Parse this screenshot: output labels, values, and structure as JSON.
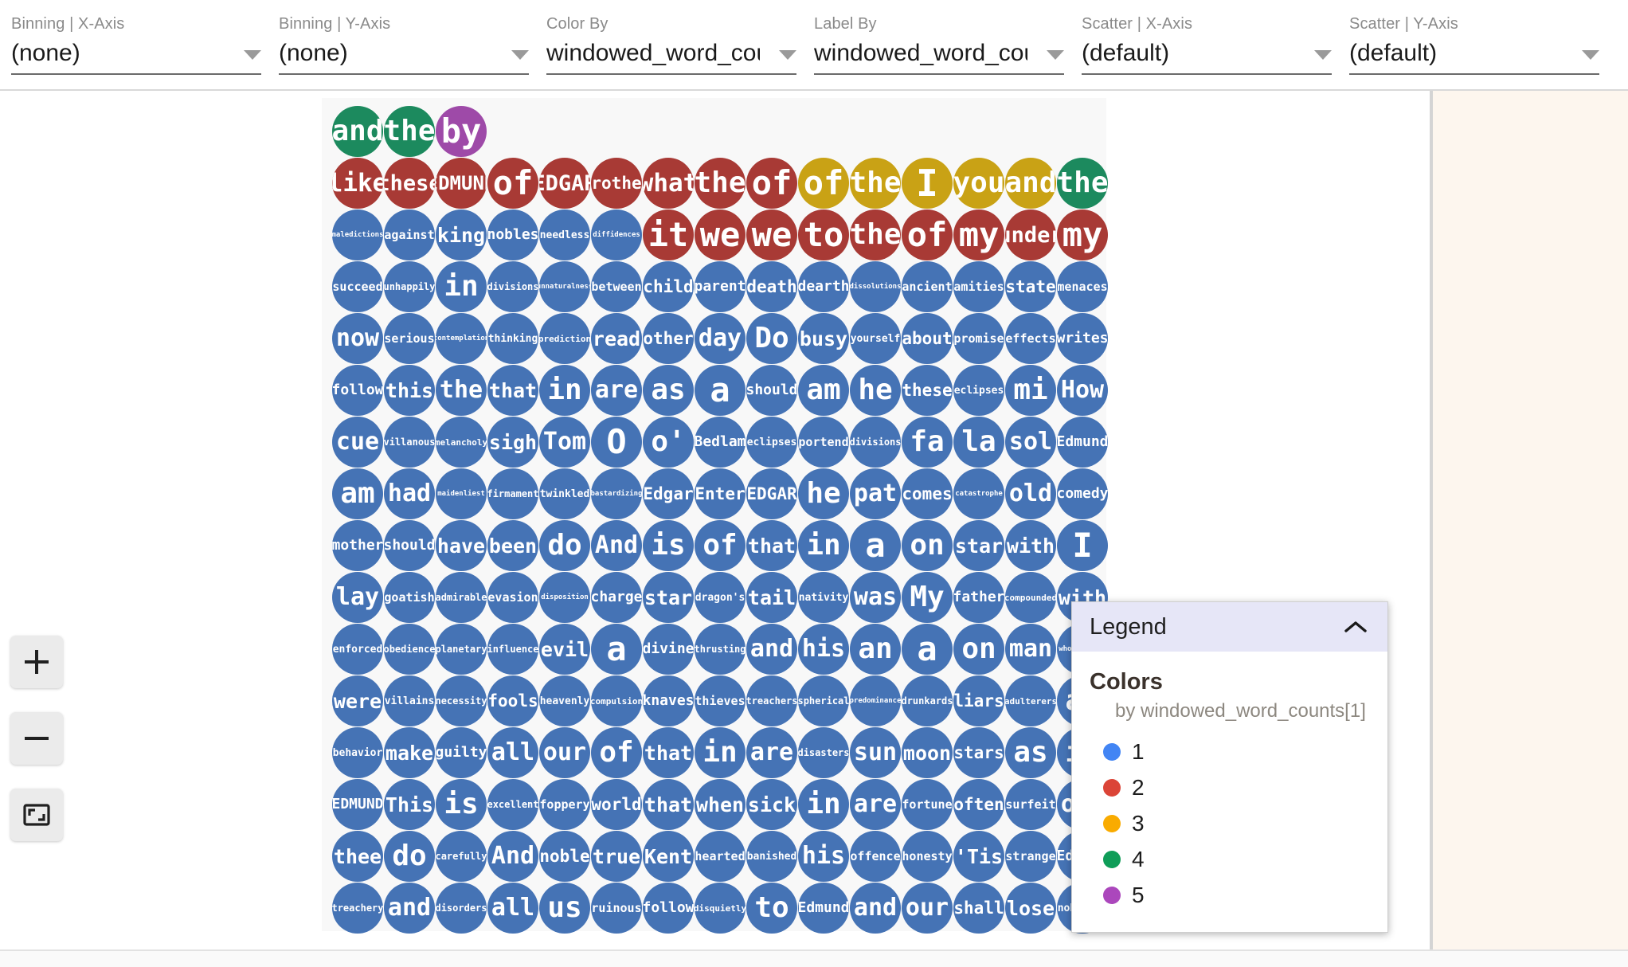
{
  "toolbar": {
    "fields": [
      {
        "label": "Binning | X-Axis",
        "value": "(none)"
      },
      {
        "label": "Binning | Y-Axis",
        "value": "(none)"
      },
      {
        "label": "Color By",
        "value": "windowed_word_counts[1]"
      },
      {
        "label": "Label By",
        "value": "windowed_word_counts[1]"
      },
      {
        "label": "Scatter | X-Axis",
        "value": "(default)"
      },
      {
        "label": "Scatter | Y-Axis",
        "value": "(default)"
      }
    ]
  },
  "zoom_controls": [
    {
      "name": "zoom-in-button",
      "glyph": "plus"
    },
    {
      "name": "zoom-out-button",
      "glyph": "minus"
    },
    {
      "name": "fit-to-screen-button",
      "glyph": "fit"
    }
  ],
  "legend": {
    "header_label": "Legend",
    "collapse_icon": "chevron-up-icon",
    "section_title": "Colors",
    "subtitle": "by windowed_word_counts[1]",
    "entries": [
      {
        "label": "1",
        "color": "#4285f4"
      },
      {
        "label": "2",
        "color": "#db4437"
      },
      {
        "label": "3",
        "color": "#f9ab00"
      },
      {
        "label": "4",
        "color": "#0f9d58"
      },
      {
        "label": "5",
        "color": "#ab47bc"
      }
    ]
  },
  "chart_data": {
    "type": "scatter",
    "title": "",
    "xlabel": "",
    "ylabel": "",
    "legend_position": "bottom-right",
    "color_field": "windowed_word_counts[1]",
    "label_field": "windowed_word_counts[1]",
    "palette": {
      "1": "#4573b5",
      "2": "#a83a35",
      "3": "#c9a215",
      "4": "#1c8a5e",
      "5": "#9e4aa8"
    },
    "size_by_value": true,
    "columns": 15,
    "cell_pitch": 65,
    "bubble_diameter": 64,
    "rows": [
      [
        {
          "t": "and",
          "v": 4
        },
        {
          "t": "the",
          "v": 4
        },
        {
          "t": "by",
          "v": 5
        }
      ],
      [
        {
          "t": "like",
          "v": 2
        },
        {
          "t": "these",
          "v": 2
        },
        {
          "t": "EDMUND",
          "v": 2
        },
        {
          "t": "of",
          "v": 2
        },
        {
          "t": "EDGAR",
          "v": 2
        },
        {
          "t": "brother",
          "v": 2
        },
        {
          "t": "what",
          "v": 2
        },
        {
          "t": "the",
          "v": 2
        },
        {
          "t": "of",
          "v": 2
        },
        {
          "t": "of",
          "v": 3
        },
        {
          "t": "the",
          "v": 3
        },
        {
          "t": "I",
          "v": 3
        },
        {
          "t": "you",
          "v": 3
        },
        {
          "t": "and",
          "v": 3
        },
        {
          "t": "the",
          "v": 4
        }
      ],
      [
        {
          "t": "maledictions",
          "v": 1
        },
        {
          "t": "against",
          "v": 1
        },
        {
          "t": "king",
          "v": 1
        },
        {
          "t": "nobles",
          "v": 1
        },
        {
          "t": "needless",
          "v": 1
        },
        {
          "t": "diffidences",
          "v": 1
        },
        {
          "t": "it",
          "v": 2
        },
        {
          "t": "we",
          "v": 2
        },
        {
          "t": "we",
          "v": 2
        },
        {
          "t": "to",
          "v": 2
        },
        {
          "t": "the",
          "v": 2
        },
        {
          "t": "of",
          "v": 2
        },
        {
          "t": "my",
          "v": 2
        },
        {
          "t": "under",
          "v": 2
        },
        {
          "t": "my",
          "v": 2
        }
      ],
      [
        {
          "t": "succeed",
          "v": 1
        },
        {
          "t": "unhappily",
          "v": 1
        },
        {
          "t": "in",
          "v": 1
        },
        {
          "t": "divisions",
          "v": 1
        },
        {
          "t": "unnaturalness",
          "v": 1
        },
        {
          "t": "between",
          "v": 1
        },
        {
          "t": "child",
          "v": 1
        },
        {
          "t": "parent",
          "v": 1
        },
        {
          "t": "death",
          "v": 1
        },
        {
          "t": "dearth",
          "v": 1
        },
        {
          "t": "dissolutions",
          "v": 1
        },
        {
          "t": "ancient",
          "v": 1
        },
        {
          "t": "amities",
          "v": 1
        },
        {
          "t": "state",
          "v": 1
        },
        {
          "t": "menaces",
          "v": 1
        }
      ],
      [
        {
          "t": "now",
          "v": 1
        },
        {
          "t": "serious",
          "v": 1
        },
        {
          "t": "contemplation",
          "v": 1
        },
        {
          "t": "thinking",
          "v": 1
        },
        {
          "t": "prediction",
          "v": 1
        },
        {
          "t": "read",
          "v": 1
        },
        {
          "t": "other",
          "v": 1
        },
        {
          "t": "day",
          "v": 1
        },
        {
          "t": "Do",
          "v": 1
        },
        {
          "t": "busy",
          "v": 1
        },
        {
          "t": "yourself",
          "v": 1
        },
        {
          "t": "about",
          "v": 1
        },
        {
          "t": "promise",
          "v": 1
        },
        {
          "t": "effects",
          "v": 1
        },
        {
          "t": "writes",
          "v": 1
        }
      ],
      [
        {
          "t": "follow",
          "v": 1
        },
        {
          "t": "this",
          "v": 1
        },
        {
          "t": "the",
          "v": 1
        },
        {
          "t": "that",
          "v": 1
        },
        {
          "t": "in",
          "v": 1
        },
        {
          "t": "are",
          "v": 1
        },
        {
          "t": "as",
          "v": 1
        },
        {
          "t": "a",
          "v": 1
        },
        {
          "t": "should",
          "v": 1
        },
        {
          "t": "am",
          "v": 1
        },
        {
          "t": "he",
          "v": 1
        },
        {
          "t": "these",
          "v": 1
        },
        {
          "t": "eclipses",
          "v": 1
        },
        {
          "t": "mi",
          "v": 1
        },
        {
          "t": "How",
          "v": 1
        }
      ],
      [
        {
          "t": "cue",
          "v": 1
        },
        {
          "t": "villanous",
          "v": 1
        },
        {
          "t": "melancholy",
          "v": 1
        },
        {
          "t": "sigh",
          "v": 1
        },
        {
          "t": "Tom",
          "v": 1
        },
        {
          "t": "O",
          "v": 1
        },
        {
          "t": "o'",
          "v": 1
        },
        {
          "t": "Bedlam",
          "v": 1
        },
        {
          "t": "eclipses",
          "v": 1
        },
        {
          "t": "portend",
          "v": 1
        },
        {
          "t": "divisions",
          "v": 1
        },
        {
          "t": "fa",
          "v": 1
        },
        {
          "t": "la",
          "v": 1
        },
        {
          "t": "sol",
          "v": 1
        },
        {
          "t": "Edmund",
          "v": 1
        }
      ],
      [
        {
          "t": "am",
          "v": 1
        },
        {
          "t": "had",
          "v": 1
        },
        {
          "t": "maidenliest",
          "v": 1
        },
        {
          "t": "firmament",
          "v": 1
        },
        {
          "t": "twinkled",
          "v": 1
        },
        {
          "t": "bastardizing",
          "v": 1
        },
        {
          "t": "Edgar",
          "v": 1
        },
        {
          "t": "Enter",
          "v": 1
        },
        {
          "t": "EDGAR",
          "v": 1
        },
        {
          "t": "he",
          "v": 1
        },
        {
          "t": "pat",
          "v": 1
        },
        {
          "t": "comes",
          "v": 1
        },
        {
          "t": "catastrophe",
          "v": 1
        },
        {
          "t": "old",
          "v": 1
        },
        {
          "t": "comedy",
          "v": 1
        }
      ],
      [
        {
          "t": "mother",
          "v": 1
        },
        {
          "t": "should",
          "v": 1
        },
        {
          "t": "have",
          "v": 1
        },
        {
          "t": "been",
          "v": 1
        },
        {
          "t": "do",
          "v": 1
        },
        {
          "t": "And",
          "v": 1
        },
        {
          "t": "is",
          "v": 1
        },
        {
          "t": "of",
          "v": 1
        },
        {
          "t": "that",
          "v": 1
        },
        {
          "t": "in",
          "v": 1
        },
        {
          "t": "a",
          "v": 1
        },
        {
          "t": "on",
          "v": 1
        },
        {
          "t": "star",
          "v": 1
        },
        {
          "t": "with",
          "v": 1
        },
        {
          "t": "I",
          "v": 1
        }
      ],
      [
        {
          "t": "lay",
          "v": 1
        },
        {
          "t": "goatish",
          "v": 1
        },
        {
          "t": "admirable",
          "v": 1
        },
        {
          "t": "evasion",
          "v": 1
        },
        {
          "t": "disposition",
          "v": 1
        },
        {
          "t": "charge",
          "v": 1
        },
        {
          "t": "star",
          "v": 1
        },
        {
          "t": "dragon's",
          "v": 1
        },
        {
          "t": "tail",
          "v": 1
        },
        {
          "t": "nativity",
          "v": 1
        },
        {
          "t": "was",
          "v": 1
        },
        {
          "t": "My",
          "v": 1
        },
        {
          "t": "father",
          "v": 1
        },
        {
          "t": "compounded",
          "v": 1
        },
        {
          "t": "with",
          "v": 1
        }
      ],
      [
        {
          "t": "enforced",
          "v": 1
        },
        {
          "t": "obedience",
          "v": 1
        },
        {
          "t": "planetary",
          "v": 1
        },
        {
          "t": "influence",
          "v": 1
        },
        {
          "t": "evil",
          "v": 1
        },
        {
          "t": "a",
          "v": 1
        },
        {
          "t": "divine",
          "v": 1
        },
        {
          "t": "thrusting",
          "v": 1
        },
        {
          "t": "and",
          "v": 1
        },
        {
          "t": "his",
          "v": 1
        },
        {
          "t": "an",
          "v": 1
        },
        {
          "t": "a",
          "v": 1
        },
        {
          "t": "on",
          "v": 1
        },
        {
          "t": "man",
          "v": 1
        },
        {
          "t": "whoremaster",
          "v": 1
        }
      ],
      [
        {
          "t": "were",
          "v": 1
        },
        {
          "t": "villains",
          "v": 1
        },
        {
          "t": "necessity",
          "v": 1
        },
        {
          "t": "fools",
          "v": 1
        },
        {
          "t": "heavenly",
          "v": 1
        },
        {
          "t": "compulsion",
          "v": 1
        },
        {
          "t": "knaves",
          "v": 1
        },
        {
          "t": "thieves",
          "v": 1
        },
        {
          "t": "treachers",
          "v": 1
        },
        {
          "t": "spherical",
          "v": 1
        },
        {
          "t": "predominance",
          "v": 1
        },
        {
          "t": "drunkards",
          "v": 1
        },
        {
          "t": "liars",
          "v": 1
        },
        {
          "t": "adulterers",
          "v": 1
        },
        {
          "t": "an",
          "v": 1
        }
      ],
      [
        {
          "t": "behavior",
          "v": 1
        },
        {
          "t": "make",
          "v": 1
        },
        {
          "t": "guilty",
          "v": 1
        },
        {
          "t": "all",
          "v": 1
        },
        {
          "t": "our",
          "v": 1
        },
        {
          "t": "of",
          "v": 1
        },
        {
          "t": "that",
          "v": 1
        },
        {
          "t": "in",
          "v": 1
        },
        {
          "t": "are",
          "v": 1
        },
        {
          "t": "disasters",
          "v": 1
        },
        {
          "t": "sun",
          "v": 1
        },
        {
          "t": "moon",
          "v": 1
        },
        {
          "t": "stars",
          "v": 1
        },
        {
          "t": "as",
          "v": 1
        },
        {
          "t": "if",
          "v": 1
        }
      ],
      [
        {
          "t": "EDMUND",
          "v": 1
        },
        {
          "t": "This",
          "v": 1
        },
        {
          "t": "is",
          "v": 1
        },
        {
          "t": "excellent",
          "v": 1
        },
        {
          "t": "foppery",
          "v": 1
        },
        {
          "t": "world",
          "v": 1
        },
        {
          "t": "that",
          "v": 1
        },
        {
          "t": "when",
          "v": 1
        },
        {
          "t": "sick",
          "v": 1
        },
        {
          "t": "in",
          "v": 1
        },
        {
          "t": "are",
          "v": 1
        },
        {
          "t": "fortune",
          "v": 1
        },
        {
          "t": "often",
          "v": 1
        },
        {
          "t": "surfeit",
          "v": 1
        },
        {
          "t": "own",
          "v": 1
        }
      ],
      [
        {
          "t": "thee",
          "v": 1
        },
        {
          "t": "do",
          "v": 1
        },
        {
          "t": "carefully",
          "v": 1
        },
        {
          "t": "And",
          "v": 1
        },
        {
          "t": "noble",
          "v": 1
        },
        {
          "t": "true",
          "v": 1
        },
        {
          "t": "Kent",
          "v": 1
        },
        {
          "t": "hearted",
          "v": 1
        },
        {
          "t": "banished",
          "v": 1
        },
        {
          "t": "his",
          "v": 1
        },
        {
          "t": "offence",
          "v": 1
        },
        {
          "t": "honesty",
          "v": 1
        },
        {
          "t": "'Tis",
          "v": 1
        },
        {
          "t": "strange",
          "v": 1
        },
        {
          "t": "Edmund",
          "v": 1
        }
      ],
      [
        {
          "t": "treachery",
          "v": 1
        },
        {
          "t": "and",
          "v": 1
        },
        {
          "t": "disorders",
          "v": 1
        },
        {
          "t": "all",
          "v": 1
        },
        {
          "t": "us",
          "v": 1
        },
        {
          "t": "ruinous",
          "v": 1
        },
        {
          "t": "follow",
          "v": 1
        },
        {
          "t": "disquietly",
          "v": 1
        },
        {
          "t": "to",
          "v": 1
        },
        {
          "t": "Edmund",
          "v": 1
        },
        {
          "t": "and",
          "v": 1
        },
        {
          "t": "our",
          "v": 1
        },
        {
          "t": "shall",
          "v": 1
        },
        {
          "t": "lose",
          "v": 1
        },
        {
          "t": "nobility",
          "v": 1
        }
      ]
    ]
  }
}
